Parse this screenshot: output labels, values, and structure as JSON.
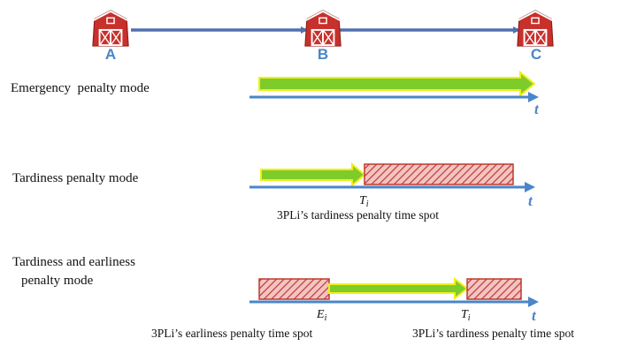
{
  "stations": [
    {
      "label": "A"
    },
    {
      "label": "B"
    },
    {
      "label": "C"
    }
  ],
  "modes": [
    {
      "name": "Emergency  penalty mode",
      "axis_label": "t"
    },
    {
      "name": "Tardiness penalty mode",
      "axis_label": "t",
      "point_label": "T",
      "point_subscript": "i",
      "caption": "3PLi’s tardiness penalty time spot"
    },
    {
      "name_line1": "Tardiness and earliness",
      "name_line2": "penalty mode",
      "axis_label": "t",
      "early_label": "E",
      "early_subscript": "i",
      "late_label": "T",
      "late_subscript": "i",
      "early_caption": "3PLi’s earliness penalty time spot",
      "late_caption": "3PLi’s tardiness penalty time spot"
    }
  ],
  "colors": {
    "route_line": "#4f6fae",
    "station_label": "#4a86c8",
    "axis": "#4a86c8",
    "green_bar": "#7dcc2a",
    "bar_outline": "#f2ee1c",
    "penalty_fill": "#e8a6a6",
    "penalty_hatch": "#c0392b",
    "barn_red": "#c8302b"
  }
}
